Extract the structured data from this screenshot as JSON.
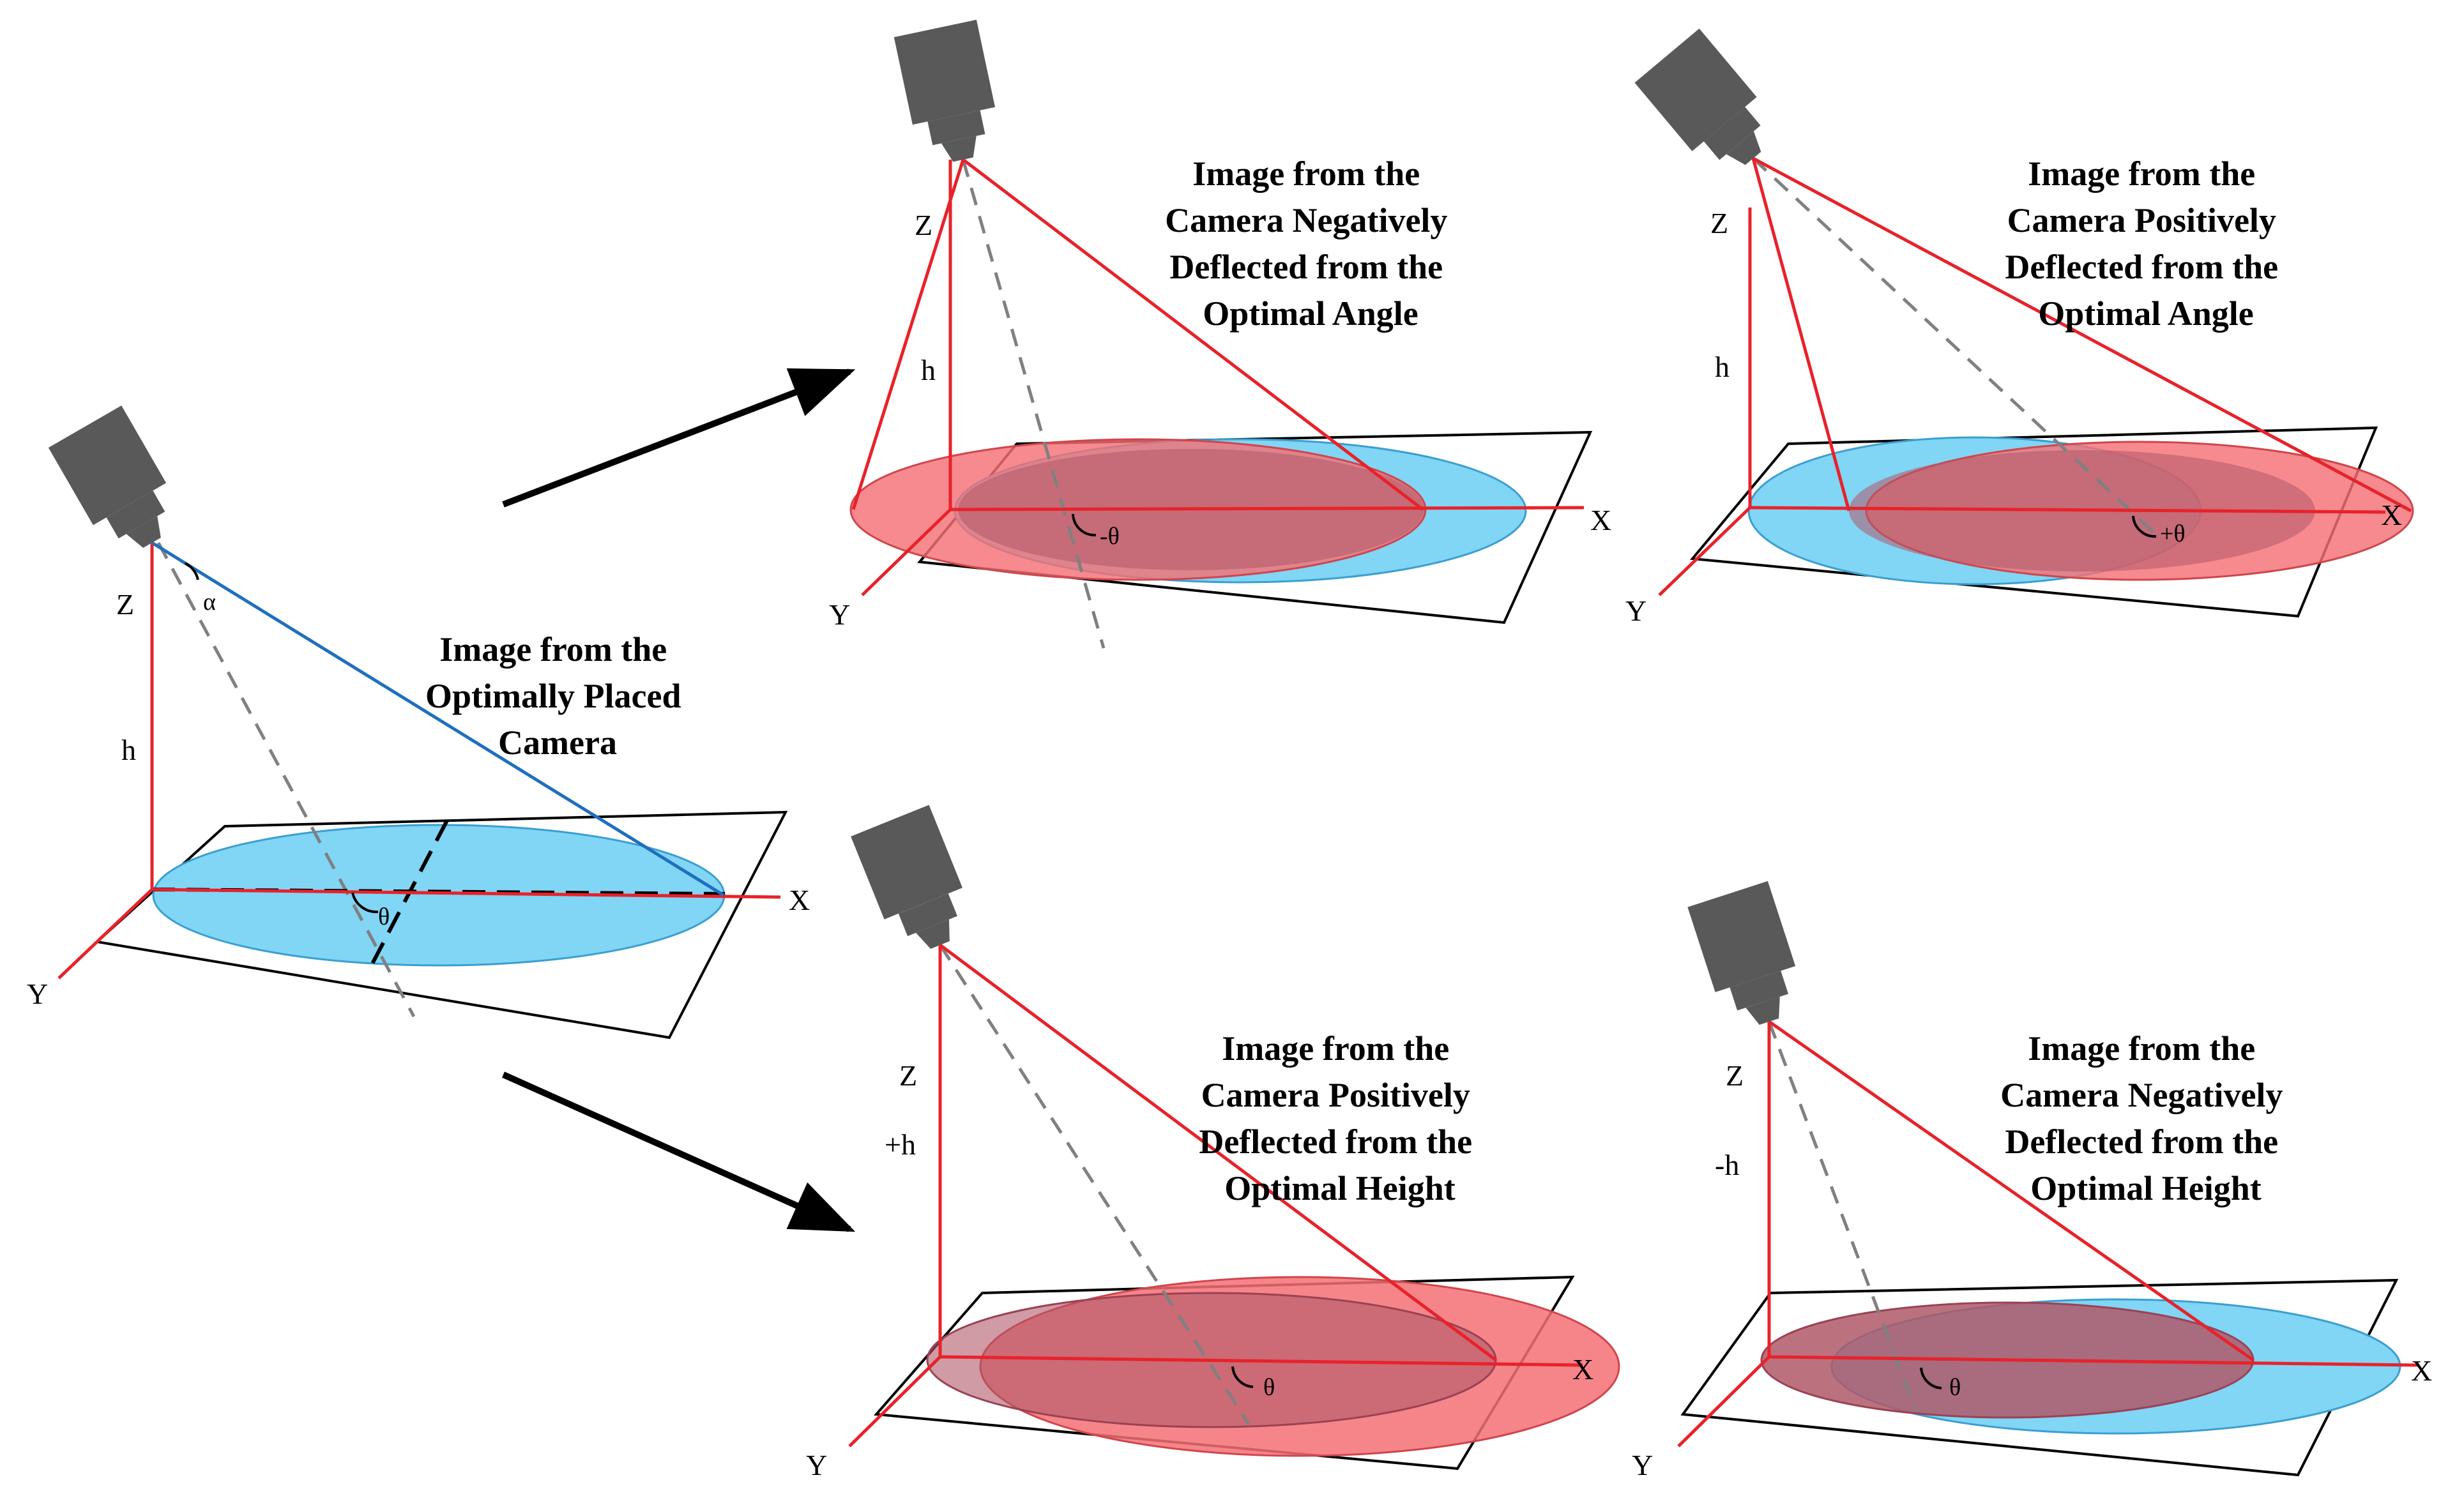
{
  "colors": {
    "optimal_fill": "#81d5f5",
    "optimal_stroke": "#3a9fd0",
    "deflected_fill": "#f47075",
    "overlap_fill": "#c05b6e",
    "axis": "#e8222a",
    "camera_body": "#595959",
    "optimal_ray": "#1f6fbf"
  },
  "panels": {
    "optimal": {
      "caption": [
        "Image from the",
        "Optimally Placed",
        "Camera"
      ],
      "z": "Z",
      "h": "h",
      "x": "X",
      "y": "Y",
      "alpha": "α",
      "theta": "θ"
    },
    "neg_angle": {
      "caption": [
        "Image from the",
        "Camera Negatively",
        "Deflected from the",
        "Optimal Angle"
      ],
      "z": "Z",
      "h": "h",
      "x": "X",
      "y": "Y",
      "theta": "-θ"
    },
    "pos_angle": {
      "caption": [
        "Image from the",
        "Camera Positively",
        "Deflected from the",
        "Optimal Angle"
      ],
      "z": "Z",
      "h": "h",
      "x": "X",
      "y": "Y",
      "theta": "+θ"
    },
    "pos_height": {
      "caption": [
        "Image from the",
        "Camera Positively",
        "Deflected from the",
        "Optimal Height"
      ],
      "z": "Z",
      "h": "+h",
      "x": "X",
      "y": "Y",
      "theta": "θ"
    },
    "neg_height": {
      "caption": [
        "Image from the",
        "Camera Negatively",
        "Deflected from the",
        "Optimal Height"
      ],
      "z": "Z",
      "h": "-h",
      "x": "X",
      "y": "Y",
      "theta": "θ"
    }
  }
}
